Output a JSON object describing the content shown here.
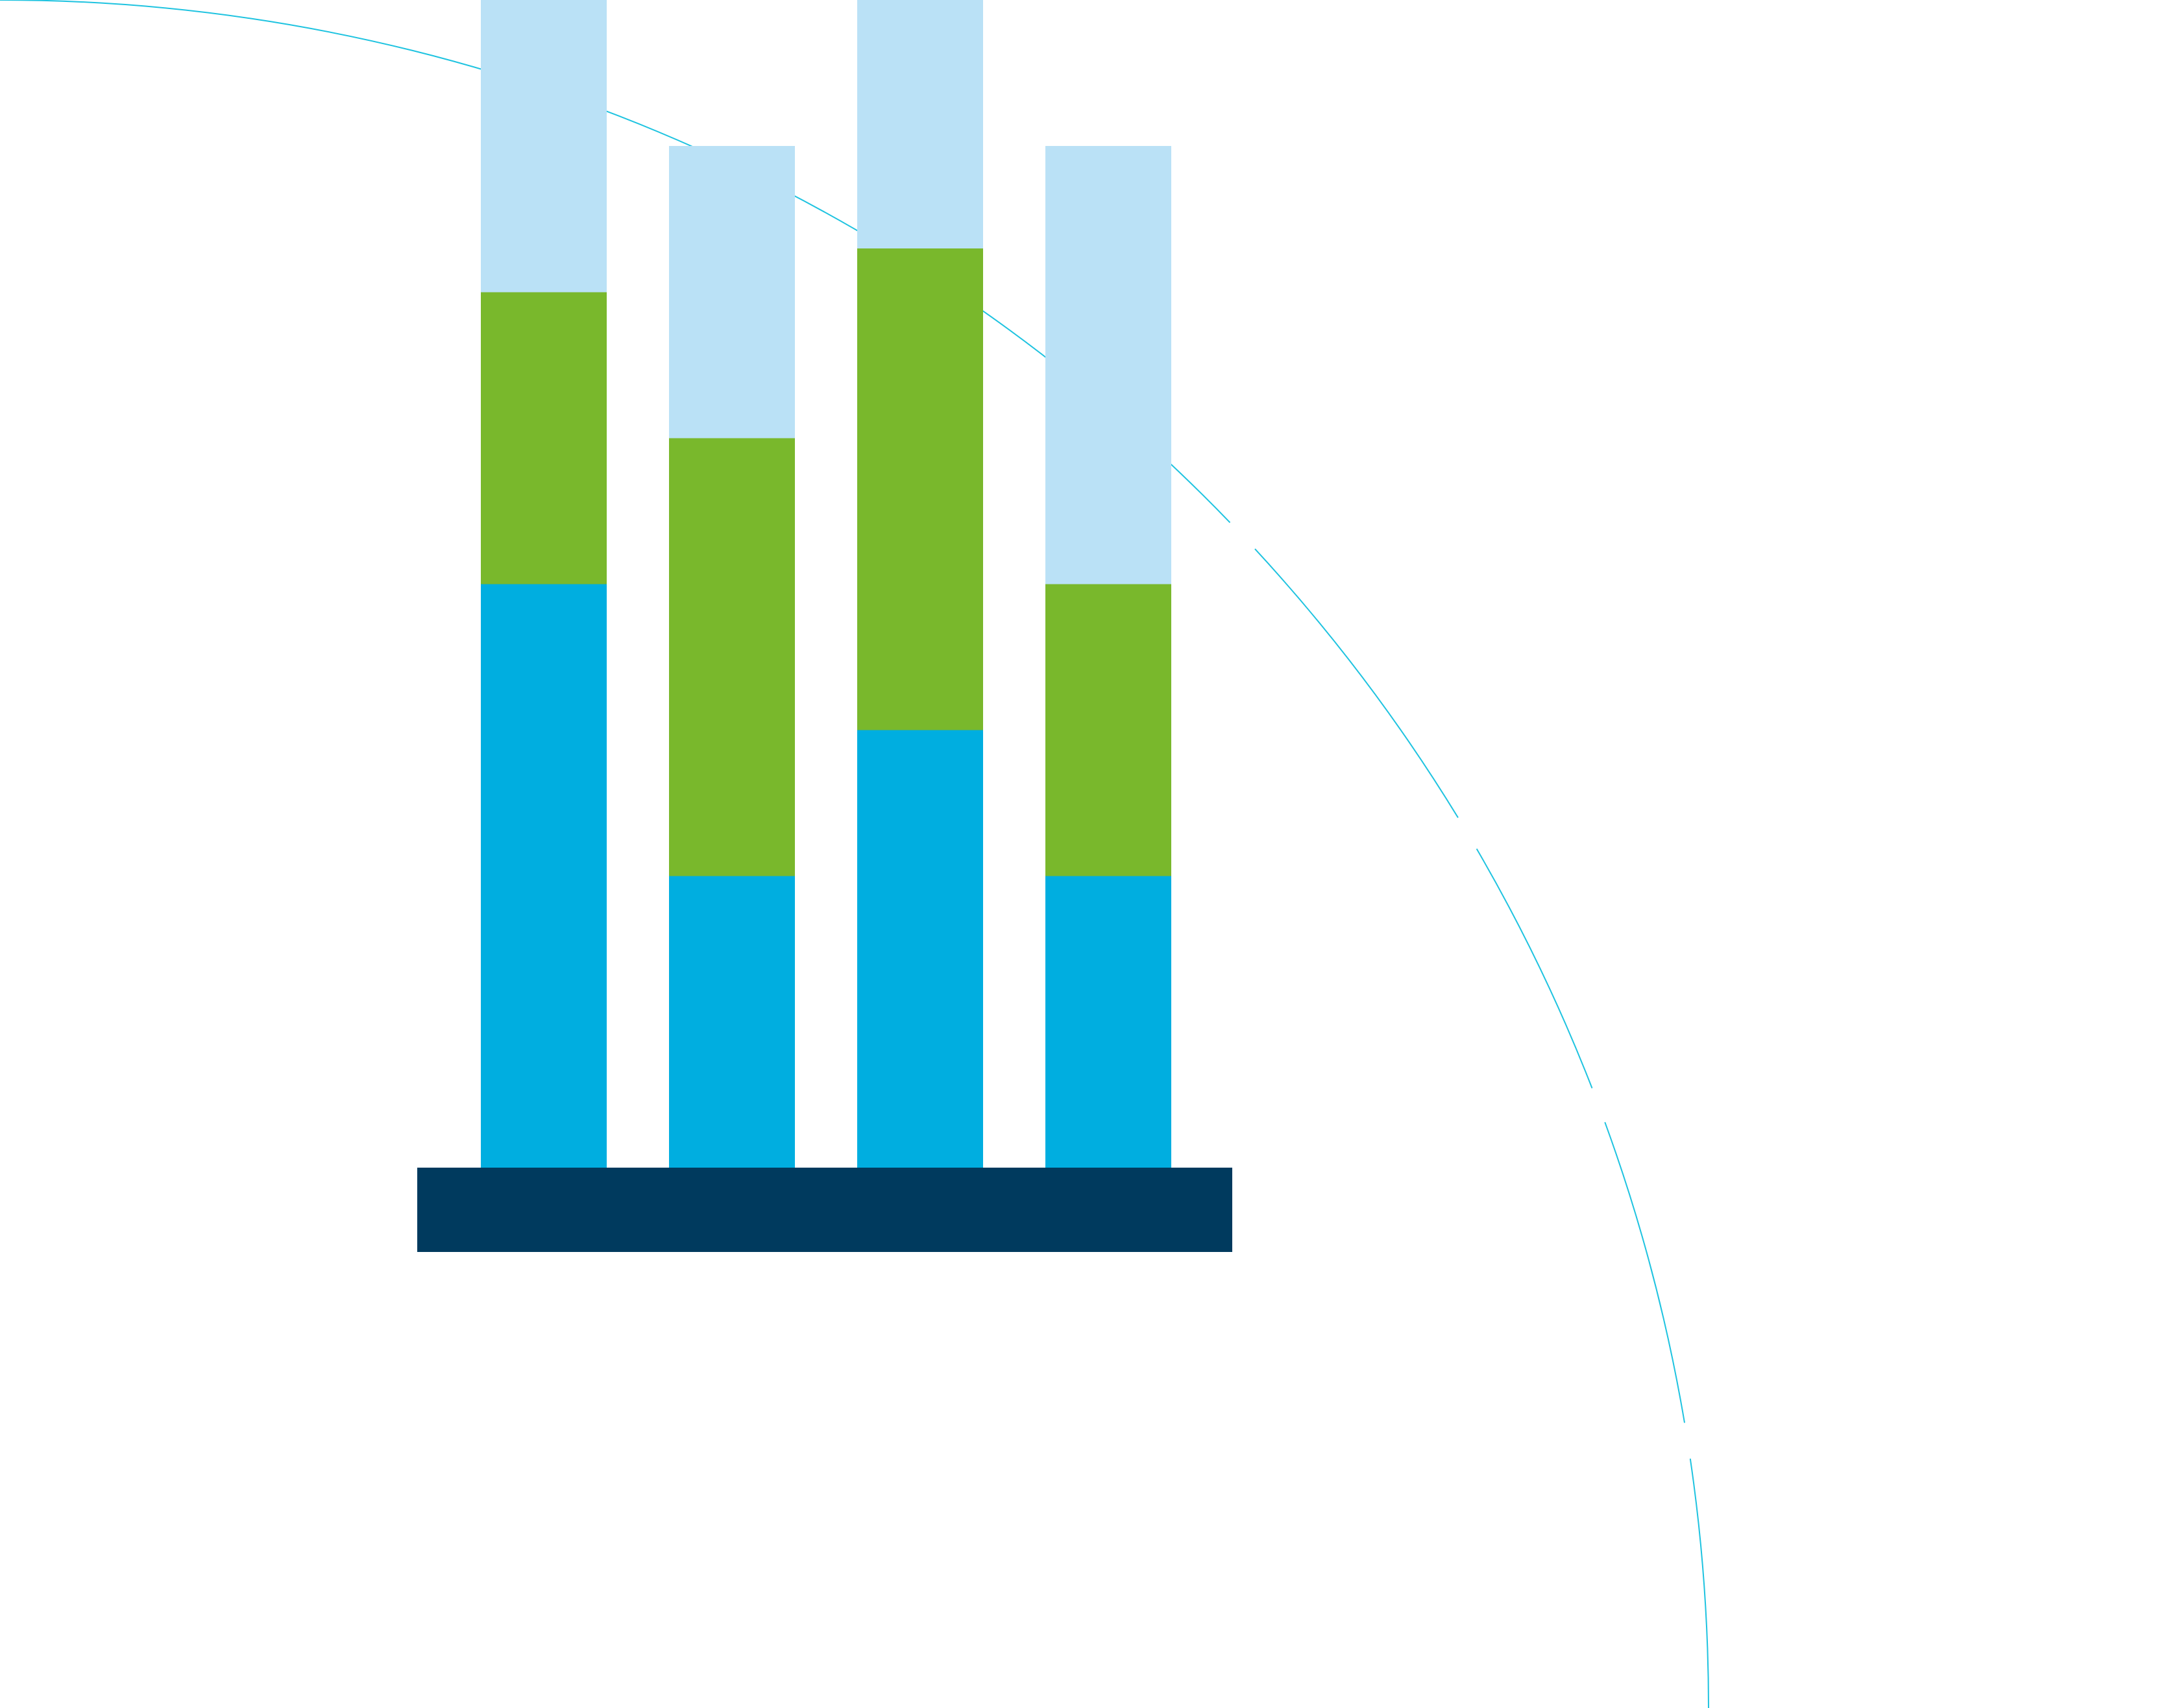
{
  "colors": {
    "background": "#ffffff",
    "arc": "#1ec3e0",
    "base": "#003a5e",
    "segment_bottom": "#00aee0",
    "segment_middle": "#79b82c",
    "segment_top": "#bae1f6"
  },
  "icon": {
    "name": "stacked-bar-chart-icon",
    "bars": [
      {
        "segments": [
          4,
          2,
          2
        ]
      },
      {
        "segments": [
          2,
          3,
          2
        ]
      },
      {
        "segments": [
          3,
          3.3,
          2
        ]
      },
      {
        "segments": [
          2,
          2,
          3
        ]
      }
    ]
  },
  "decoration": {
    "name": "dashed-quarter-arc"
  }
}
